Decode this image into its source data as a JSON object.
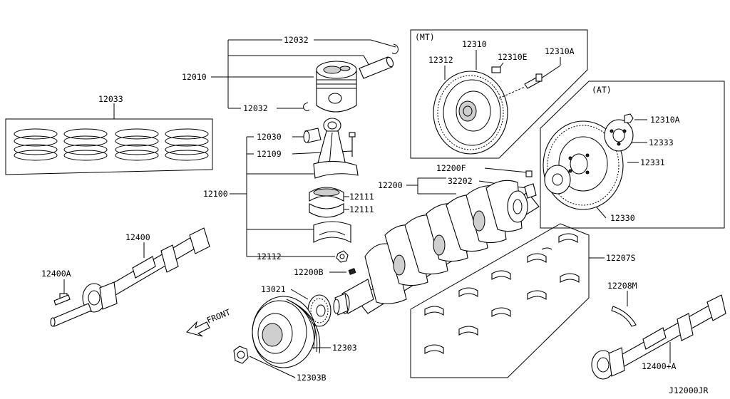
{
  "labels": {
    "p12032_top": "12032",
    "p12010": "12010",
    "p12032_bot": "12032",
    "p12033": "12033",
    "p12030": "12030",
    "p12109": "12109",
    "p12100": "12100",
    "p12111_a": "12111",
    "p12111_b": "12111",
    "p12112": "12112",
    "p12200B": "12200B",
    "p12400": "12400",
    "p12400A": "12400A",
    "p13021": "13021",
    "p12303": "12303",
    "p12303B": "12303B",
    "p12200F": "12200F",
    "p12200": "12200",
    "p32202": "32202",
    "p12207S": "12207S",
    "p12208M": "12208M",
    "p12400plusA": "12400+A",
    "mt_tag": "(MT)",
    "at_tag": "(AT)",
    "p12310": "12310",
    "p12312": "12312",
    "p12310E": "12310E",
    "p12310A_mt": "12310A",
    "p12310A_at": "12310A",
    "p12333": "12333",
    "p12331": "12331",
    "p12330": "12330",
    "front": "FRONT",
    "drawing_id": "J12000JR"
  }
}
